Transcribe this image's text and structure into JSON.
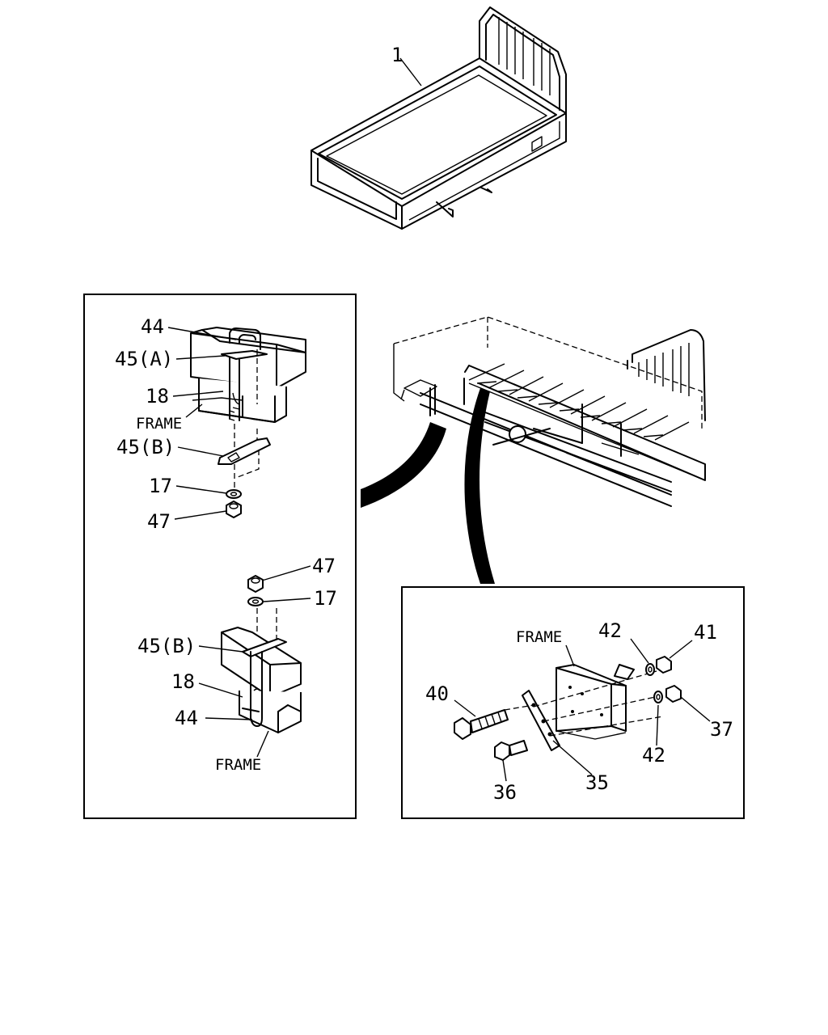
{
  "callouts": {
    "bed": {
      "body": "1"
    },
    "upper_clamp": {
      "c44": "44",
      "c45a": "45(A)",
      "c18": "18",
      "frame": "FRAME",
      "c45b": "45(B)",
      "c17": "17",
      "c47": "47"
    },
    "lower_clamp": {
      "c47": "47",
      "c17": "17",
      "c45b": "45(B)",
      "c18": "18",
      "c44": "44",
      "frame": "FRAME"
    },
    "bracket": {
      "frame": "FRAME",
      "c42_top": "42",
      "c41": "41",
      "c40": "40",
      "c37": "37",
      "c42_bottom": "42",
      "c36": "36",
      "c35": "35"
    }
  }
}
